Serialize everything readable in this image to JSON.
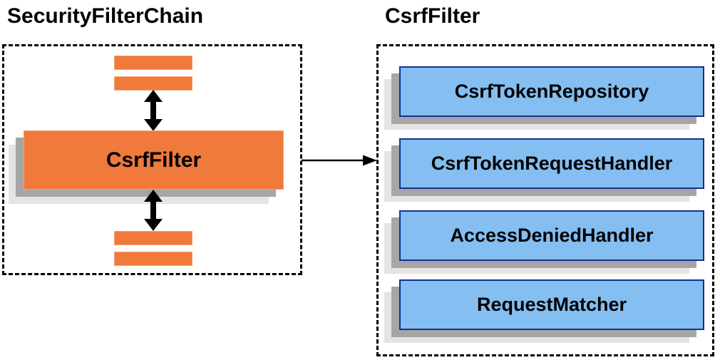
{
  "colors": {
    "orange": "#F0793C",
    "orange_border": "#F9A26C",
    "blue_fill": "#85BEF0",
    "blue_border": "#132F94",
    "shadow_dark": "#A6A6A6",
    "shadow_light": "#E4E4E4",
    "black": "#000000"
  },
  "left_panel": {
    "title": "SecurityFilterChain",
    "filter_label": "CsrfFilter"
  },
  "right_panel": {
    "title": "CsrfFilter",
    "components": [
      {
        "label": "CsrfTokenRepository"
      },
      {
        "label": "CsrfTokenRequestHandler"
      },
      {
        "label": "AccessDeniedHandler"
      },
      {
        "label": "RequestMatcher"
      }
    ]
  }
}
